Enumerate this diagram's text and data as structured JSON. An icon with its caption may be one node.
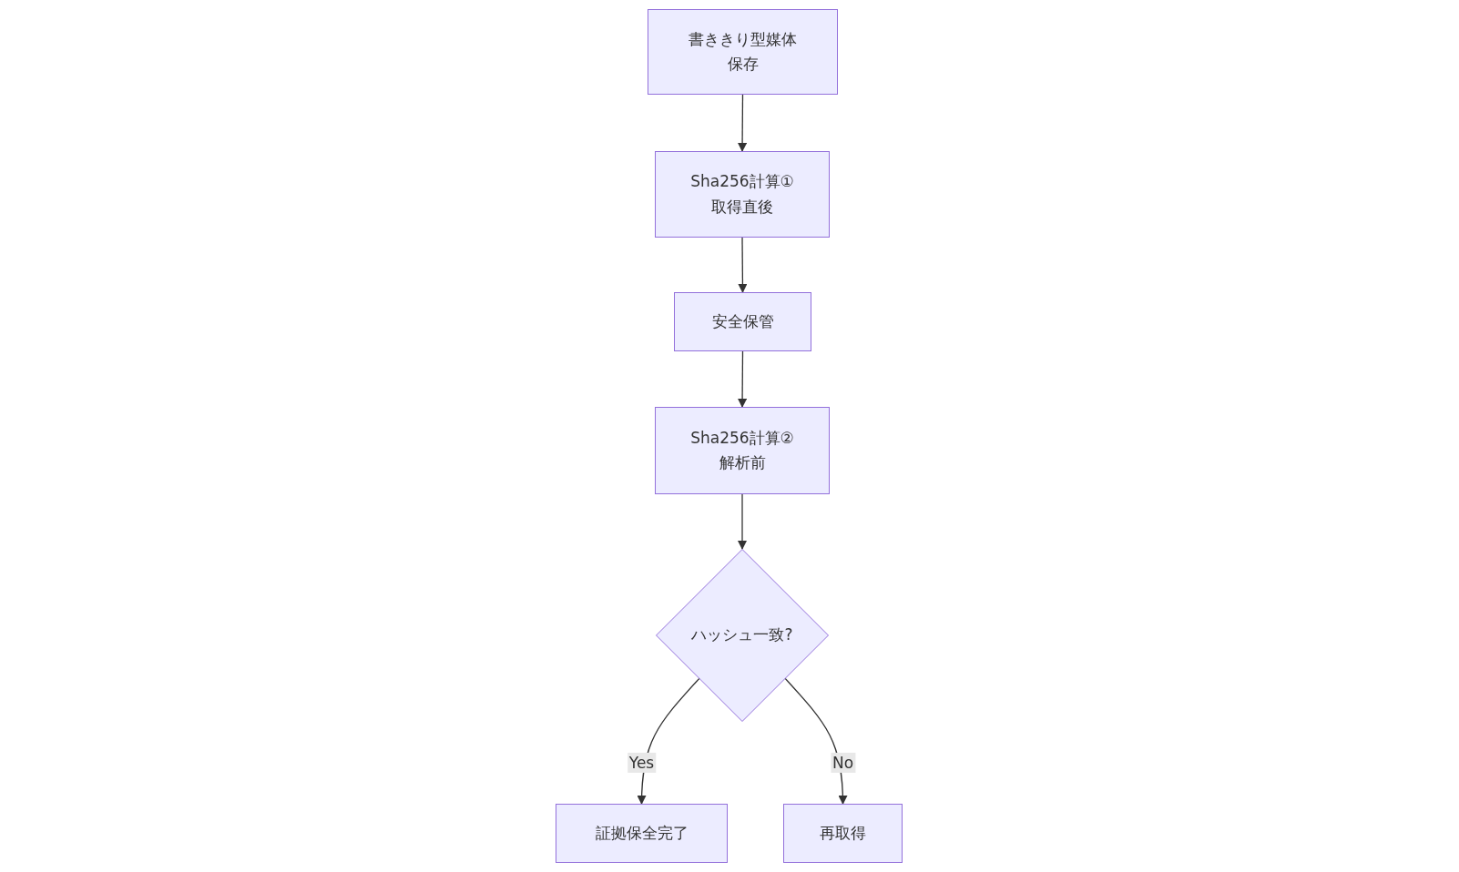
{
  "diagram": {
    "nodes": [
      {
        "text": [
          "書ききり型媒体保存"
        ]
      },
      {
        "text": [
          "Sha256計算①取得直後"
        ]
      },
      {
        "text": [
          "安全保管"
        ]
      },
      {
        "text": [
          "Sha256計算②解析前"
        ]
      },
      {
        "text": [
          "ハッシュ一致?"
        ]
      },
      {
        "text": [
          "証拠保全完了"
        ]
      },
      {
        "text": [
          "再取得"
        ]
      }
    ],
    "edges": [
      {
        "from": 0,
        "to": 1,
        "arrow": "to"
      },
      {
        "from": 1,
        "to": 2,
        "arrow": "to"
      },
      {
        "from": 2,
        "to": 3,
        "arrow": "to"
      },
      {
        "from": 3,
        "to": 4,
        "arrow": "to"
      },
      {
        "from": 4,
        "to": 5,
        "arrow": "to",
        "label": "Yes"
      },
      {
        "from": 4,
        "to": 6,
        "arrow": "to",
        "label": "No"
      }
    ]
  }
}
